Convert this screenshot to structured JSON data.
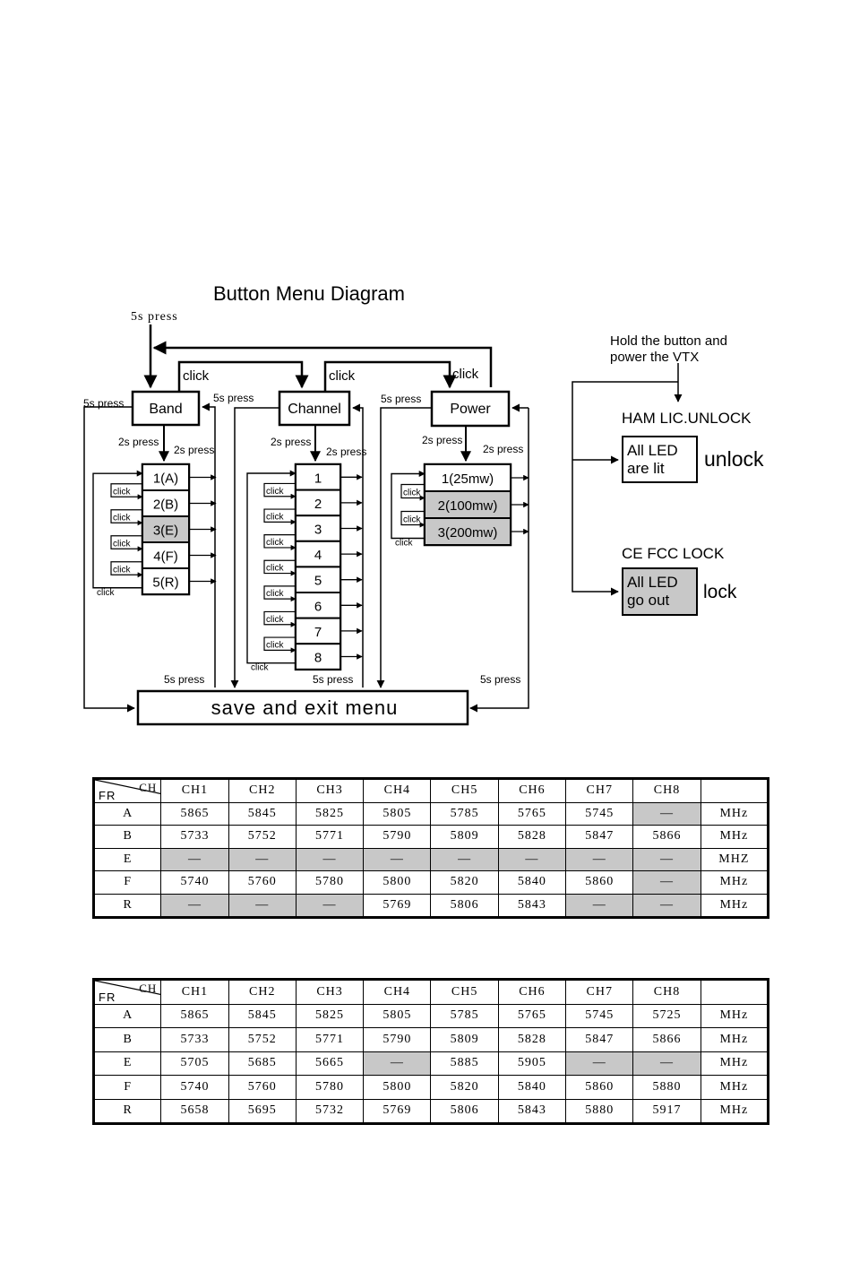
{
  "diagram": {
    "title": "Button Menu Diagram",
    "top_5s_press": "5s press",
    "click": "click",
    "press_5s": "5s press",
    "press_2s": "2s press",
    "band": {
      "label": "Band",
      "items": [
        "1(A)",
        "2(B)",
        "3(E)",
        "4(F)",
        "5(R)"
      ],
      "highlighted": "3(E)"
    },
    "channel": {
      "label": "Channel",
      "items": [
        "1",
        "2",
        "3",
        "4",
        "5",
        "6",
        "7",
        "8"
      ]
    },
    "power": {
      "label": "Power",
      "items": [
        "1(25mw)",
        "2(100mw)",
        "3(200mw)"
      ],
      "highlighted": [
        "2(100mw)",
        "3(200mw)"
      ]
    },
    "save_exit": "save and exit menu",
    "hold_line1": "Hold the button and",
    "hold_line2": "power the VTX",
    "unlock_title": "HAM LIC.UNLOCK",
    "unlock_box_line1": "All LED",
    "unlock_box_line2": "are lit",
    "unlock_word": "unlock",
    "lock_title": "CE FCC LOCK",
    "lock_box_line1": "All LED",
    "lock_box_line2": "go out",
    "lock_word": "lock",
    "gray": "#c8c8c8"
  },
  "table1": {
    "corner_ch": "CH",
    "corner_fr": "FR",
    "headers": [
      "CH1",
      "CH2",
      "CH3",
      "CH4",
      "CH5",
      "CH6",
      "CH7",
      "CH8",
      ""
    ],
    "rows": [
      {
        "band": "A",
        "values": [
          "5865",
          "5845",
          "5825",
          "5805",
          "5785",
          "5765",
          "5745",
          "—"
        ],
        "unit": "MHz"
      },
      {
        "band": "B",
        "values": [
          "5733",
          "5752",
          "5771",
          "5790",
          "5809",
          "5828",
          "5847",
          "5866"
        ],
        "unit": "MHz"
      },
      {
        "band": "E",
        "values": [
          "—",
          "—",
          "—",
          "—",
          "—",
          "—",
          "—",
          "—"
        ],
        "unit": "MHZ"
      },
      {
        "band": "F",
        "values": [
          "5740",
          "5760",
          "5780",
          "5800",
          "5820",
          "5840",
          "5860",
          "—"
        ],
        "unit": "MHz"
      },
      {
        "band": "R",
        "values": [
          "—",
          "—",
          "—",
          "5769",
          "5806",
          "5843",
          "—",
          "—"
        ],
        "unit": "MHz"
      }
    ]
  },
  "table2": {
    "corner_ch": "CH",
    "corner_fr": "FR",
    "headers": [
      "CH1",
      "CH2",
      "CH3",
      "CH4",
      "CH5",
      "CH6",
      "CH7",
      "CH8",
      ""
    ],
    "rows": [
      {
        "band": "A",
        "values": [
          "5865",
          "5845",
          "5825",
          "5805",
          "5785",
          "5765",
          "5745",
          "5725"
        ],
        "unit": "MHz"
      },
      {
        "band": "B",
        "values": [
          "5733",
          "5752",
          "5771",
          "5790",
          "5809",
          "5828",
          "5847",
          "5866"
        ],
        "unit": "MHz"
      },
      {
        "band": "E",
        "values": [
          "5705",
          "5685",
          "5665",
          "—",
          "5885",
          "5905",
          "—",
          "—"
        ],
        "unit": "MHz"
      },
      {
        "band": "F",
        "values": [
          "5740",
          "5760",
          "5780",
          "5800",
          "5820",
          "5840",
          "5860",
          "5880"
        ],
        "unit": "MHz"
      },
      {
        "band": "R",
        "values": [
          "5658",
          "5695",
          "5732",
          "5769",
          "5806",
          "5843",
          "5880",
          "5917"
        ],
        "unit": "MHz"
      }
    ]
  }
}
